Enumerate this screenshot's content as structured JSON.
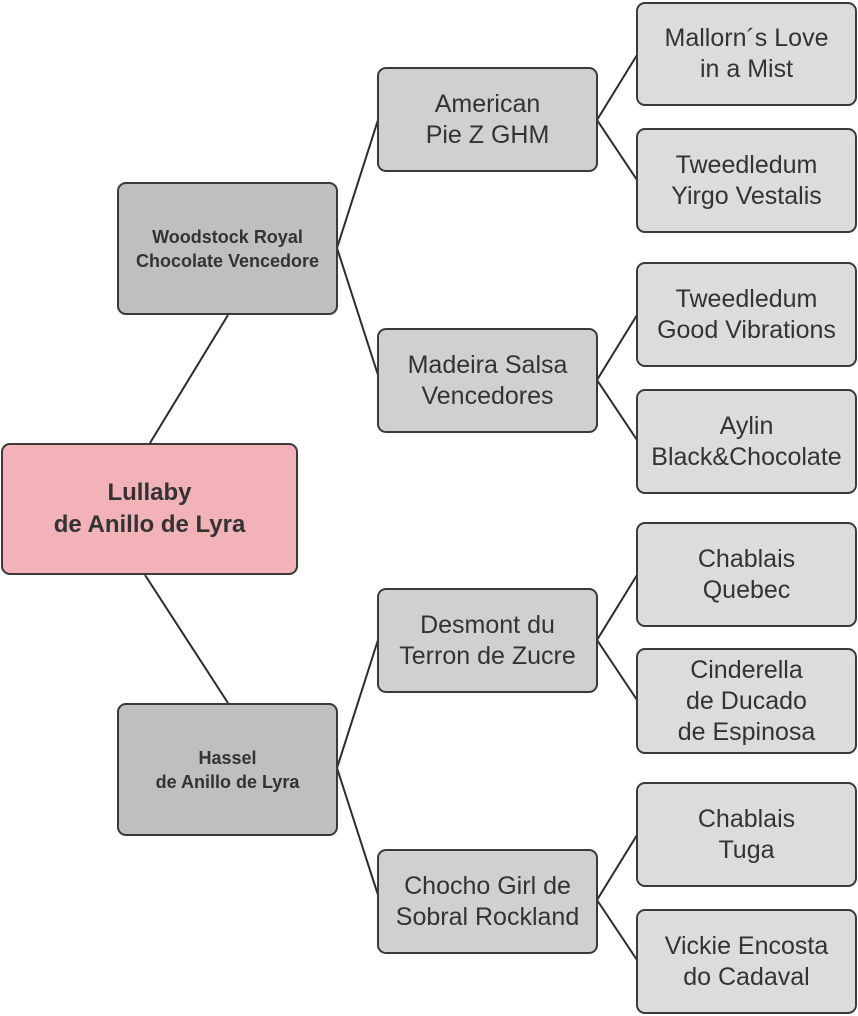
{
  "pedigree": {
    "root": {
      "name": "Lullaby\nde Anillo de Lyra",
      "color": "#f2b2b8"
    },
    "sire": {
      "name": "Woodstock Royal\nChocolate Vencedore"
    },
    "dam": {
      "name": "Hassel\nde Anillo de Lyra"
    },
    "sire_sire": {
      "name": "American\nPie Z GHM"
    },
    "sire_dam": {
      "name": "Madeira Salsa\nVencedores"
    },
    "dam_sire": {
      "name": "Desmont du\nTerron de Zucre"
    },
    "dam_dam": {
      "name": "Chocho Girl de\nSobral Rockland"
    },
    "sire_sire_sire": {
      "name": "Mallorn´s Love\nin a Mist"
    },
    "sire_sire_dam": {
      "name": "Tweedledum\nYirgo Vestalis"
    },
    "sire_dam_sire": {
      "name": "Tweedledum\nGood Vibrations"
    },
    "sire_dam_dam": {
      "name": "Aylin\nBlack&Chocolate"
    },
    "dam_sire_sire": {
      "name": "Chablais\nQuebec"
    },
    "dam_sire_dam": {
      "name": "Cinderella\nde Ducado\nde Espinosa"
    },
    "dam_dam_sire": {
      "name": "Chablais\nTuga"
    },
    "dam_dam_dam": {
      "name": "Vickie Encosta\ndo Cadaval"
    }
  }
}
